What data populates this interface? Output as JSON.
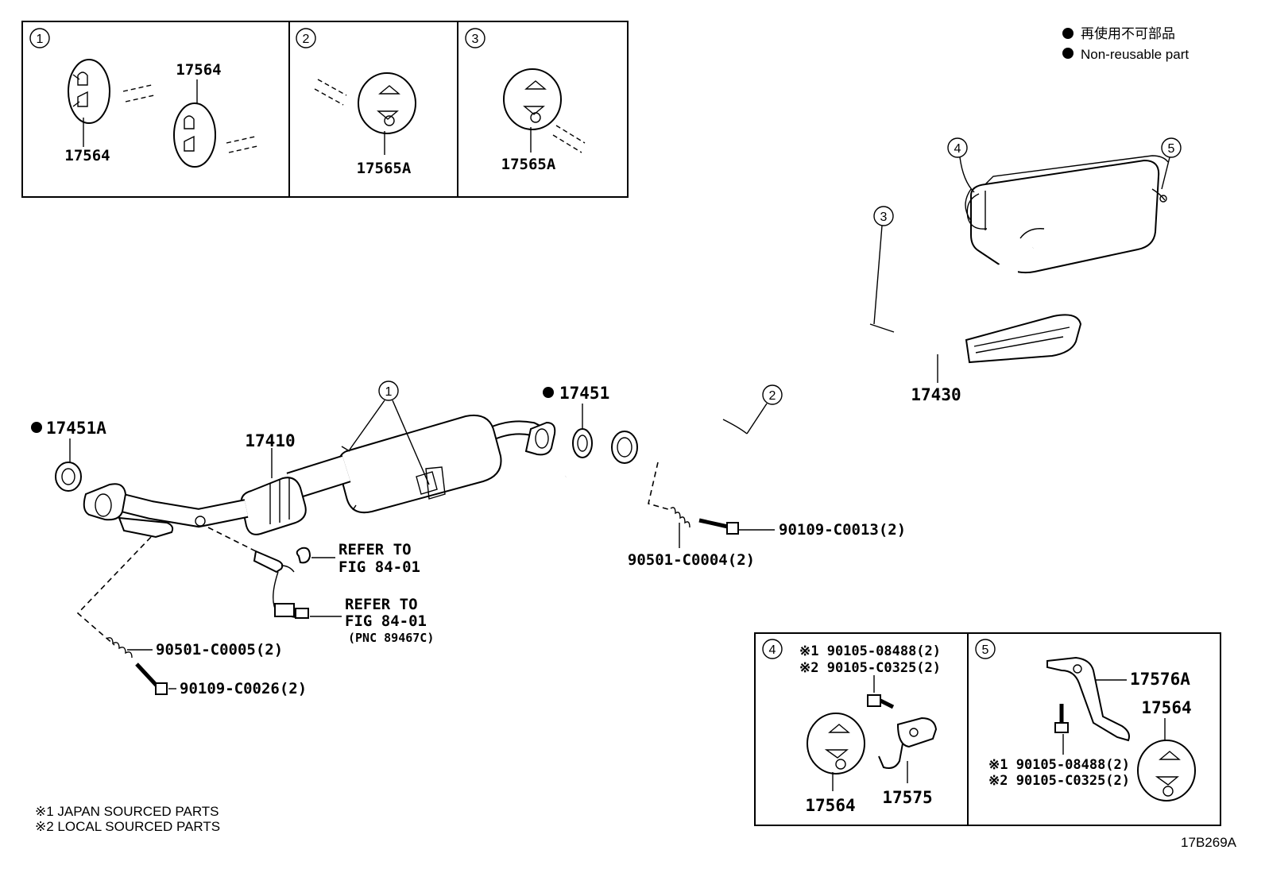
{
  "legend": {
    "jp": "再使用不可部品",
    "en": "Non-reusable part"
  },
  "insets": {
    "i1": {
      "num": "1",
      "top_label": "17564",
      "bottom_label": "17564"
    },
    "i2": {
      "num": "2",
      "label": "17565A"
    },
    "i3": {
      "num": "3",
      "label": "17565A"
    },
    "i4": {
      "num": "4",
      "note1": "※1 90105-08488(2)",
      "note2": "※2 90105-C0325(2)",
      "left_label": "17564",
      "right_label": "17575"
    },
    "i5": {
      "num": "5",
      "bracket": "17576A",
      "hanger": "17564",
      "note1": "※1 90105-08488(2)",
      "note2": "※2 90105-C0325(2)"
    }
  },
  "parts": {
    "gasket_front": "17451A",
    "front_pipe": "17410",
    "gasket_center": "17451",
    "tail_pipe": "17430",
    "spring_front": "90501-C0005(2)",
    "bolt_front": "90109-C0026(2)",
    "spring_rear": "90501-C0004(2)",
    "bolt_rear": "90109-C0013(2)",
    "refer1_a": "REFER TO",
    "refer1_b": "FIG 84-01",
    "refer2_a": "REFER TO",
    "refer2_b": "FIG 84-01",
    "refer2_c": "(PNC 89467C)"
  },
  "callouts": {
    "c1": "1",
    "c2": "2",
    "c3": "3",
    "c4": "4",
    "c5": "5"
  },
  "footnotes": {
    "f1": "※1  JAPAN SOURCED PARTS",
    "f2": "※2  LOCAL SOURCED PARTS"
  },
  "figure_id": "17B269A"
}
